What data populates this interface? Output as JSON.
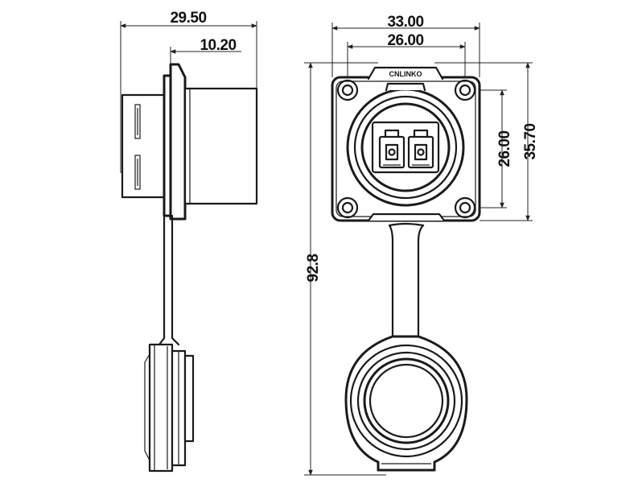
{
  "dimensions": {
    "side_total_length": "29.50",
    "side_panel_offset": "10.20",
    "front_outer_width": "33.00",
    "front_hole_spacing_h": "26.00",
    "front_hole_spacing_v": "26.00",
    "front_outer_height": "35.70",
    "overall_length": "92.8"
  },
  "logo_text": "CNLINKO"
}
